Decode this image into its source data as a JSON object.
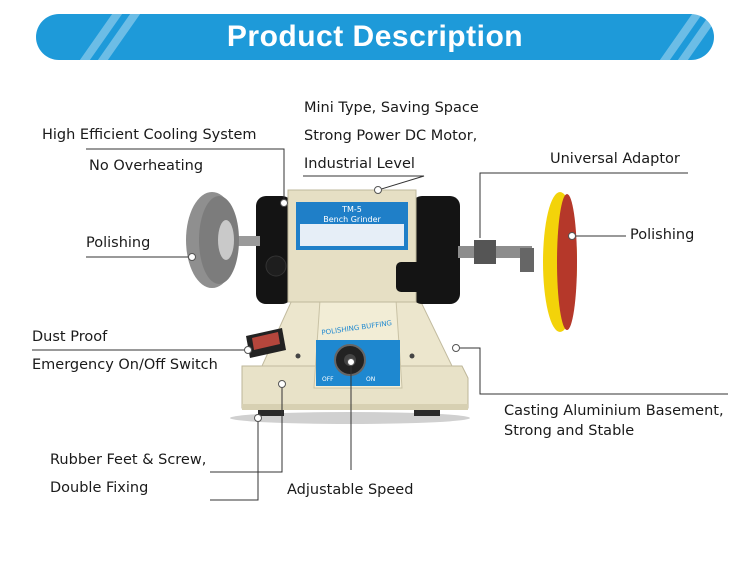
{
  "banner": {
    "title": "Product Description",
    "color": "#1e9ad9"
  },
  "labels": {
    "cooling_line1": "High Efficient Cooling System",
    "cooling_line2": "No Overheating",
    "motor_line1": "Mini Type, Saving Space",
    "motor_line2": "Strong Power DC Motor,",
    "motor_line3": "Industrial Level",
    "adaptor": "Universal Adaptor",
    "polishing_left": "Polishing",
    "polishing_right": "Polishing",
    "dust_line1": "Dust Proof",
    "dust_line2": "Emergency On/Off Switch",
    "casting_line1": "Casting Aluminium Basement,",
    "casting_line2": "Strong and Stable",
    "feet_line1": "Rubber Feet & Screw,",
    "feet_line2": "Double Fixing",
    "speed": "Adjustable Speed"
  },
  "product": {
    "motor_plate_title": "TM-5",
    "motor_plate_subtitle": "Bench Grinder",
    "dial_label": "POLISHING BUFFING",
    "dial_off": "OFF",
    "dial_on": "ON"
  }
}
